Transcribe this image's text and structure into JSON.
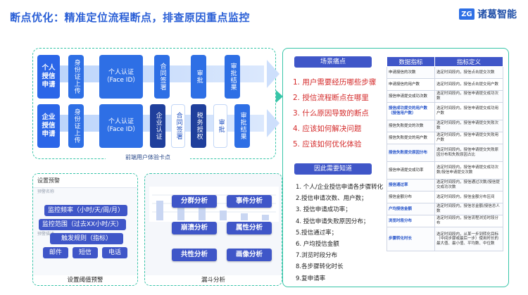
{
  "header": {
    "title": "断点优化：精准定位流程断点，排查原因重点监控",
    "logo_mark": "ZG",
    "logo_text": "诸葛智能"
  },
  "flow": {
    "row1": {
      "role": "个人授信申请",
      "steps": [
        "身份证上传",
        "个人认证\n（Face ID）",
        "合同签署",
        "审批",
        "审批结果"
      ]
    },
    "row2": {
      "role": "企业授信申请",
      "steps": [
        "身份证上传",
        "个人认证\n（Face ID）",
        "企业认证",
        "合同签署",
        "税务授权",
        "审批",
        "审批结果"
      ]
    },
    "caption": "前端用户体验卡点"
  },
  "alert_panel": {
    "head": "设置预警",
    "faint_1": "预警名称",
    "faint_2": "预警描述",
    "buttons": {
      "frequency": "监控频率（小时/天/周/月）",
      "range": "监控范围（过去XX小时/天）",
      "rule": "触发规则（指标）",
      "mail": "邮件",
      "sms": "短信",
      "phone": "电话"
    },
    "caption": "设置阈值预警"
  },
  "funnel_panel": {
    "buttons": [
      "分群分析",
      "事件分析",
      "崩溃分析",
      "属性分析",
      "共性分析",
      "画像分析"
    ],
    "caption": "漏斗分析"
  },
  "scenario": {
    "head": "场景痛点",
    "items": [
      "1. 用户需要经历哪些步骤",
      "2. 授信流程断点在哪里",
      "3. 什么原因导致的断点",
      "4. 应该如何解决问题",
      "5. 应该如何优化体验"
    ]
  },
  "knowledge": {
    "head": "因此需要知道",
    "items": [
      "1. 个人/企业授信申请各步骤转化",
      "2.授信申请次数、用户数；",
      "3. 授信申请成功率；",
      "4. 授信申请失败原因分布；",
      "5.授信通过率；",
      "6. 户均授信金额",
      "7.浏览时段分布",
      "8.各步骤转化时长",
      "9.复申请率"
    ]
  },
  "metrics_table": {
    "col_metric": "数据指标",
    "col_def": "指标定义",
    "rows": [
      {
        "name": "申请授信的次数",
        "def": "选定时间段内，授信点击提交次数",
        "hl": false
      },
      {
        "name": "申请授信的用户数",
        "def": "选定时间段内，授信点击提交用户数",
        "hl": false
      },
      {
        "name": "授信申请提交成功次数",
        "def": "选定时间段内，授信申请提交成功次数",
        "hl": false
      },
      {
        "name": "授信成功提交的用户数（授信用户数）",
        "def": "选定时间段内，授信申请提交成功用户数",
        "hl": true
      },
      {
        "name": "授信失败提交的次数",
        "def": "选定时间段内，授信申请提交失败次数",
        "hl": false
      },
      {
        "name": "授信失败提交的用户数",
        "def": "选定时间段内，授信申请提交失败用户数",
        "hl": false
      },
      {
        "name": "授信失败提交原因分布",
        "def": "选定时间段内，授信申请提交失败原因分布和失败原因占比",
        "hl": true
      },
      {
        "name": "授信申请提交成功率",
        "def": "选定时间段内，授信申请提交成功次数/授信申请提交次数",
        "hl": false
      },
      {
        "name": "授信通过率",
        "def": "选定时间段内，授信通过次数/授信提交成功次数",
        "hl": true
      },
      {
        "name": "授信金额分布",
        "def": "选定时间段内，授信金额分布区间",
        "hl": false
      },
      {
        "name": "户均授信金额",
        "def": "选定时间段内，授信总金额/授信总人数",
        "hl": true
      },
      {
        "name": "浏览时段分布",
        "def": "选定时间段内，授信流程浏览时段分布",
        "hl": true
      },
      {
        "name": "步骤转化时长",
        "def": "选定时间段内，从某一步到转化目标（中间步骤或最后一步）使用时长的最大值、最小值、平均数、中位数",
        "hl": true
      }
    ]
  }
}
